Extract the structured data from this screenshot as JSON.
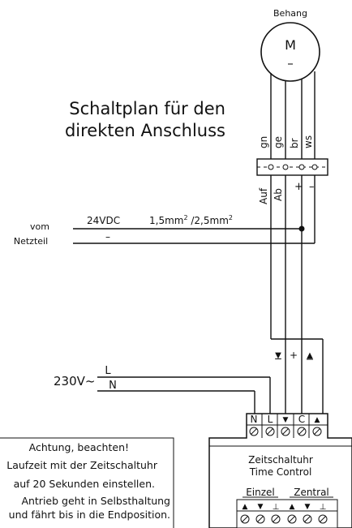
{
  "motor": {
    "label": "Behang",
    "letter": "M",
    "symbol": "–"
  },
  "title": {
    "line1": "Schaltplan für den",
    "line2": "direkten Anschluss"
  },
  "wire_colors": [
    "gn",
    "ge",
    "br",
    "ws"
  ],
  "motor_terminals": [
    "Auf",
    "Ab",
    "+",
    "–"
  ],
  "supply": {
    "voltage": "24VDC",
    "cross_section_a": "1,5mm",
    "cross_section_sep": " /2,5mm",
    "exp": "2",
    "minus": "–",
    "source_line1": "vom",
    "source_line2": "Netzteil"
  },
  "mid_terminals": [
    "▼",
    "+",
    "▲"
  ],
  "mains": {
    "label": "230V~",
    "L": "L",
    "N": "N"
  },
  "timer": {
    "top_terminals": [
      "N",
      "L",
      "▼",
      "C",
      "▲"
    ],
    "line1": "Zeitschaltuhr",
    "line2": "Time Control",
    "label_single": "Einzel",
    "label_central": "Zentral",
    "bottom_terminals": [
      "▲",
      "▼",
      "⊥",
      "▲",
      "▼",
      "⊥"
    ]
  },
  "note": {
    "line1": "Achtung, beachten!",
    "line2": "Laufzeit mit der Zeitschaltuhr",
    "line3": "auf 20 Sekunden einstellen.",
    "line4": "Antrieb geht in Selbsthaltung",
    "line5": "und fährt bis in die Endposition."
  }
}
